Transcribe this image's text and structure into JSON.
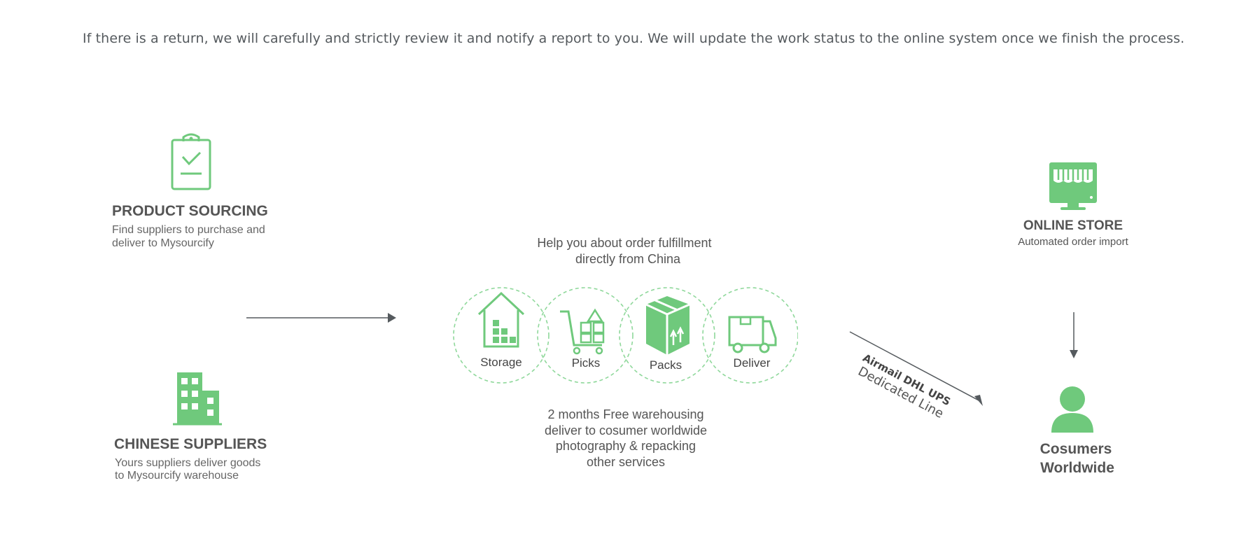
{
  "intro": "If there is a return, we will carefully and strictly review it and notify a report to you. We will update the work status to the online system once we finish the process.",
  "product_sourcing": {
    "title": "PRODUCT SOURCING",
    "line1": "Find suppliers to purchase and",
    "line2": "deliver to Mysourcify"
  },
  "chinese_suppliers": {
    "title": "CHINESE SUPPLIERS",
    "line1": "Yours suppliers deliver goods",
    "line2": "to Mysourcify warehouse"
  },
  "fulfillment": {
    "line1": "Help you about order fulfillment",
    "line2": "directly from China"
  },
  "steps": [
    "Storage",
    "Picks",
    "Packs",
    "Deliver"
  ],
  "services": [
    "2 months Free warehousing",
    "deliver to cosumer worldwide",
    "photography & repacking",
    "other services"
  ],
  "shipping": {
    "carriers": "Airmail DHL UPS",
    "line": "Dedicated Line"
  },
  "online_store": {
    "title": "ONLINE STORE",
    "subtitle": "Automated order import"
  },
  "consumers": {
    "line1": "Cosumers",
    "line2": "Worldwide"
  },
  "colors": {
    "accent": "#6fc97c",
    "text": "#555555",
    "arrow": "#555a5e"
  },
  "icons": [
    "clipboard-check-icon",
    "building-icon",
    "warehouse-icon",
    "cart-icon",
    "package-icon",
    "truck-icon",
    "storefront-icon",
    "user-icon"
  ]
}
